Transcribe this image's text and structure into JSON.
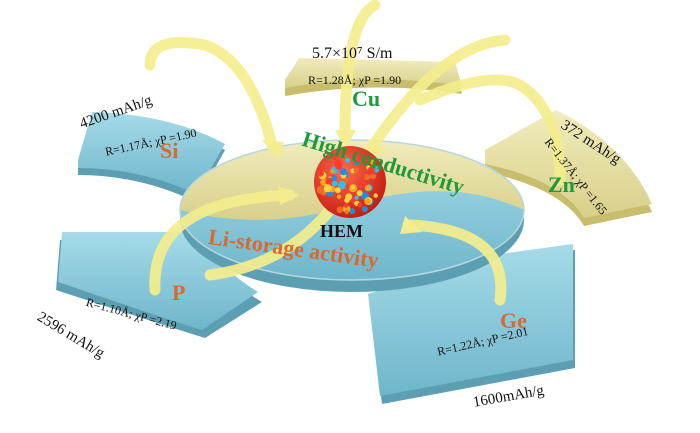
{
  "center": {
    "label": "HEM",
    "top_text": "High conductivity",
    "bottom_text": "Li-storage activity"
  },
  "elements": [
    {
      "symbol": "Si",
      "capacity": "4200 mAh/g",
      "props": "R=1.17Å; χP =1.90",
      "color": "#d9692e"
    },
    {
      "symbol": "Cu",
      "capacity": "5.7×10⁷ S/m",
      "props": "R=1.28Å; χP =1.90",
      "color": "#1f9a3a"
    },
    {
      "symbol": "Zn",
      "capacity": "372 mAh/g",
      "props": "R=1.37Å; χP =1.65",
      "color": "#1f9a3a"
    },
    {
      "symbol": "P",
      "capacity": "2596 mAh/g",
      "props": "R=1.10Å; χP =2.19",
      "color": "#d9692e"
    },
    {
      "symbol": "Ge",
      "capacity": "1600mAh/g",
      "props": "R=1.22Å; χP =2.01",
      "color": "#d9692e"
    }
  ],
  "colors": {
    "blue_tile": "#7fc3d6",
    "yellow_tile": "#e8e2a4",
    "arrow": "#f4ee8e",
    "orange_text": "#d9692e",
    "green_text": "#1f9a3a"
  }
}
